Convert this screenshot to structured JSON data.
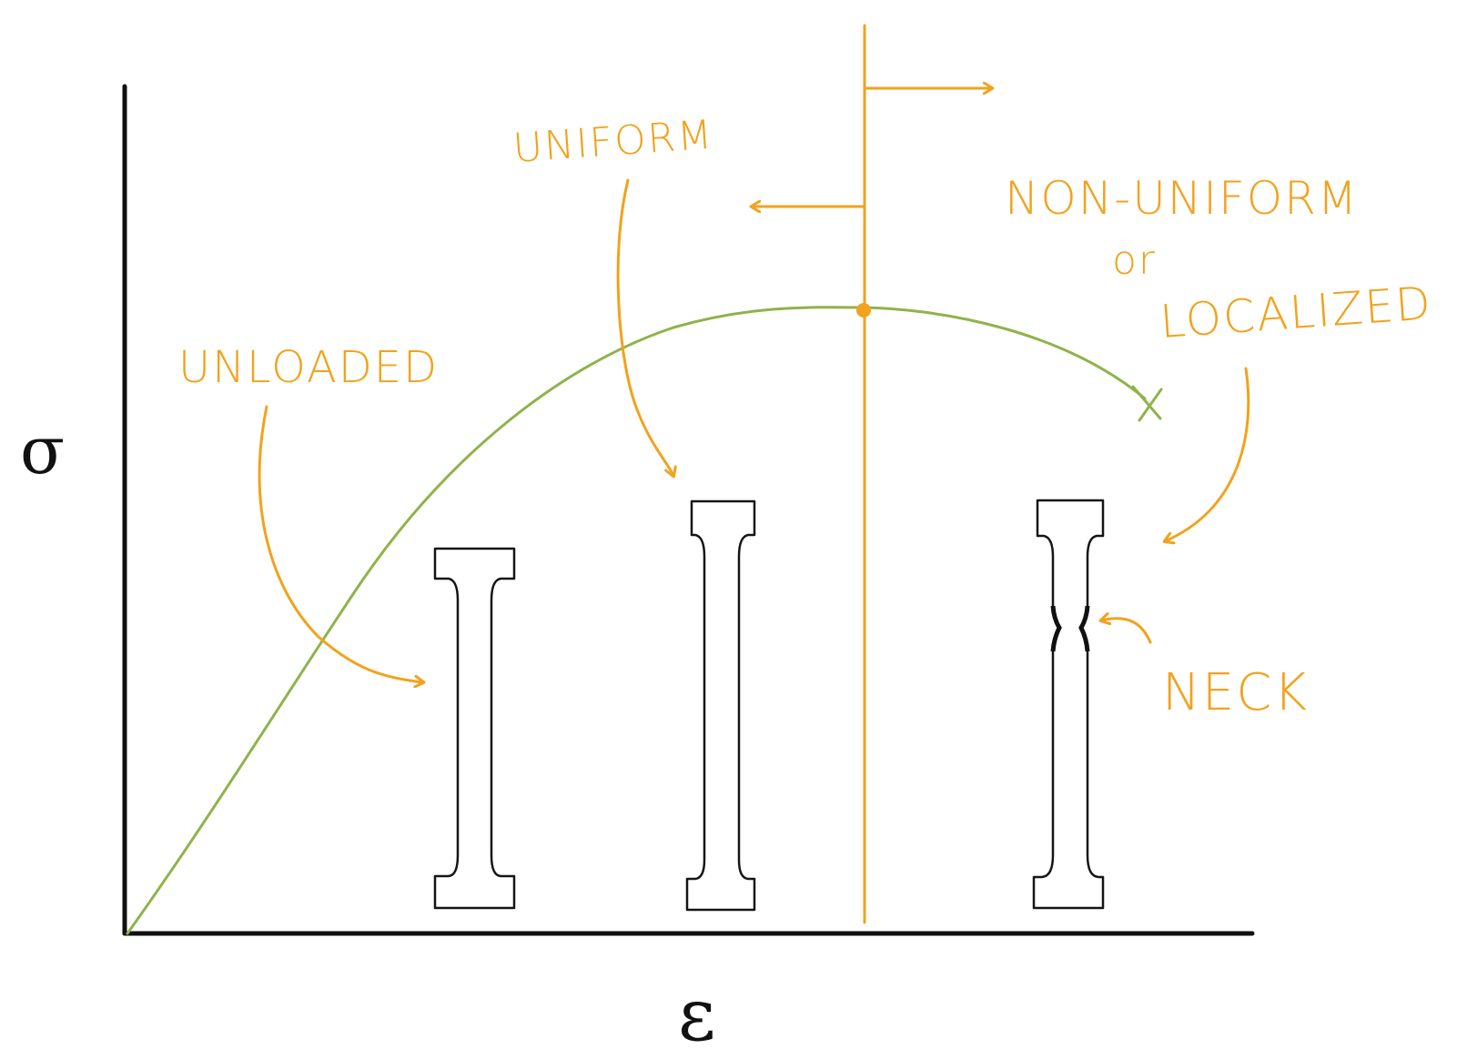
{
  "labels": {
    "unloaded": "UNLOADED",
    "uniform": "UNIFORM",
    "non_uniform_line1": "NON-UNIFORM",
    "non_uniform_line2": "or",
    "non_uniform_line3": "LOCALIZED",
    "neck": "NECK"
  },
  "axes": {
    "y_symbol": "σ",
    "x_symbol": "ε"
  },
  "colors": {
    "annotation": "#f2a21c",
    "curve": "#8fb34a",
    "ink": "#111111"
  },
  "icons": {
    "max_point": "dot",
    "fracture_point": "x-mark"
  }
}
